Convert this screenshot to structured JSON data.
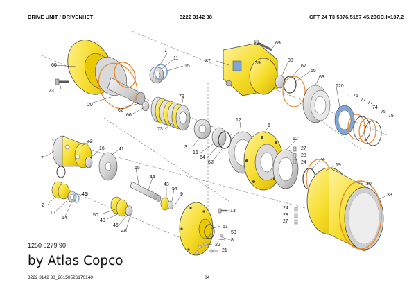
{
  "header": {
    "title": "DRIVE UNIT / DRIVENHET",
    "part_number": "3222 3142 38",
    "model": "GFT 24 T3 5076/5157 45/23CC,I=137,2"
  },
  "callouts": [
    "1",
    "2",
    "3",
    "4",
    "5",
    "6",
    "7",
    "8",
    "9",
    "10",
    "11",
    "12",
    "12",
    "13",
    "14",
    "15",
    "16",
    "16",
    "19",
    "20",
    "21",
    "22",
    "23",
    "24",
    "24",
    "27",
    "27",
    "28",
    "28",
    "30",
    "33",
    "38",
    "39",
    "40",
    "41",
    "42",
    "43",
    "44",
    "45",
    "46",
    "48",
    "50",
    "51",
    "53",
    "54",
    "55",
    "60",
    "62",
    "63",
    "64",
    "65",
    "66",
    "67",
    "68",
    "69",
    "72",
    "73",
    "74",
    "75",
    "75",
    "76",
    "77",
    "77",
    "78",
    "87",
    "120"
  ],
  "drawing_number": "1250 0279 90",
  "brand": "by Atlas Copco",
  "footer": {
    "code": "3222 3142 38_20150526170140",
    "page": "84"
  },
  "colors": {
    "part_yellow": "#f6dd2a",
    "part_yellow_dark": "#d6b400",
    "steel_grey": "#d4d4d4",
    "seal_blue": "#7fa6d8",
    "oring_orange": "#e8862c"
  }
}
